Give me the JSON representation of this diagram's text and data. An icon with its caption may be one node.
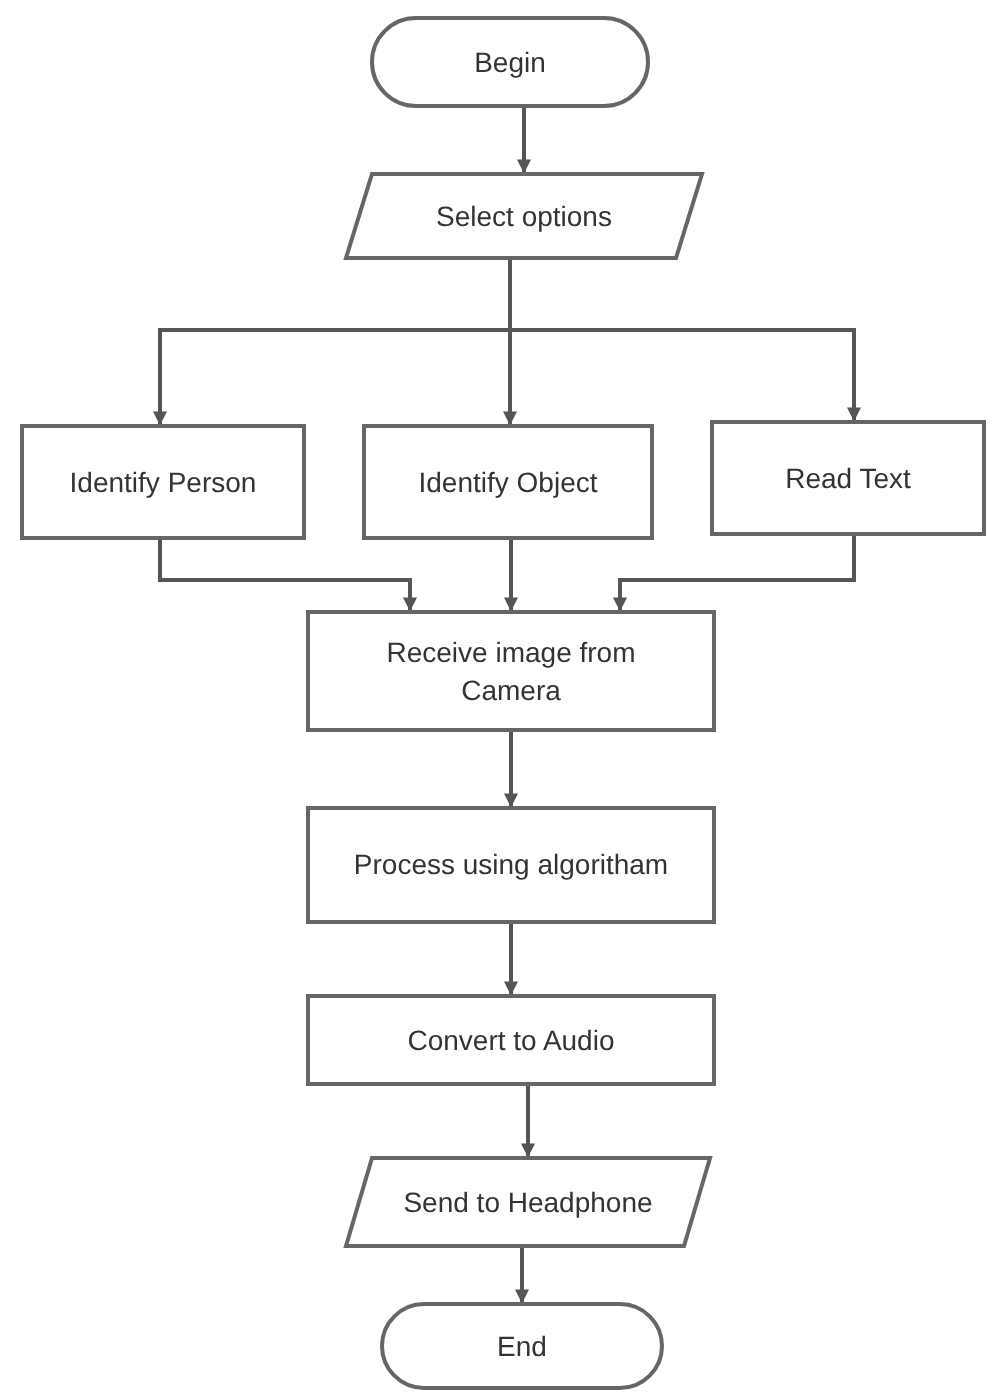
{
  "diagram": {
    "nodes": [
      {
        "text": [
          "Begin"
        ]
      },
      {
        "text": [
          "Select options"
        ]
      },
      {
        "text": [
          "Identify Person"
        ]
      },
      {
        "text": [
          "Identify Object"
        ]
      },
      {
        "text": [
          "Read Text"
        ]
      },
      {
        "text": [
          "Receive image from Camera"
        ]
      },
      {
        "text": [
          "Process using algoritham"
        ]
      },
      {
        "text": [
          "Convert to Audio"
        ]
      },
      {
        "text": [
          "Send to Headphone"
        ]
      },
      {
        "text": [
          "End"
        ]
      }
    ],
    "edges": [
      {
        "from": 0,
        "to": 1,
        "arrow": "to"
      },
      {
        "from": 1,
        "to": 2,
        "arrow": "to"
      },
      {
        "from": 1,
        "to": 3,
        "arrow": "to"
      },
      {
        "from": 1,
        "to": 4,
        "arrow": "to"
      },
      {
        "from": 2,
        "to": 5,
        "arrow": "to"
      },
      {
        "from": 3,
        "to": 5,
        "arrow": "to"
      },
      {
        "from": 4,
        "to": 5,
        "arrow": "to"
      },
      {
        "from": 5,
        "to": 6,
        "arrow": "to"
      },
      {
        "from": 6,
        "to": 7,
        "arrow": "to"
      },
      {
        "from": 7,
        "to": 8,
        "arrow": "to"
      },
      {
        "from": 8,
        "to": 9,
        "arrow": "to"
      }
    ]
  }
}
